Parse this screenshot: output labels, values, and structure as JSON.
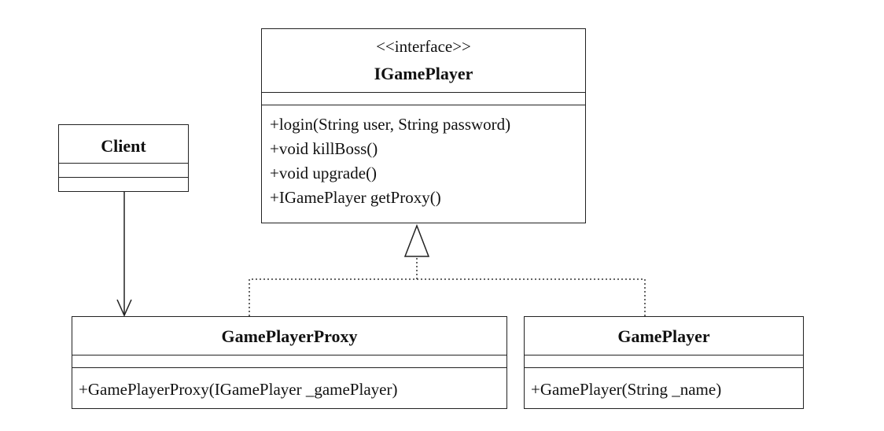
{
  "interface_class": {
    "stereotype": "<<interface>>",
    "name": "IGamePlayer",
    "operations": [
      "+login(String user, String password)",
      "+void killBoss()",
      "+void upgrade()",
      "+IGamePlayer getProxy()"
    ]
  },
  "client_class": {
    "name": "Client"
  },
  "proxy_class": {
    "name": "GamePlayerProxy",
    "operations": [
      "+GamePlayerProxy(IGamePlayer _gamePlayer)"
    ]
  },
  "player_class": {
    "name": "GamePlayer",
    "operations": [
      "+GamePlayer(String _name)"
    ]
  }
}
